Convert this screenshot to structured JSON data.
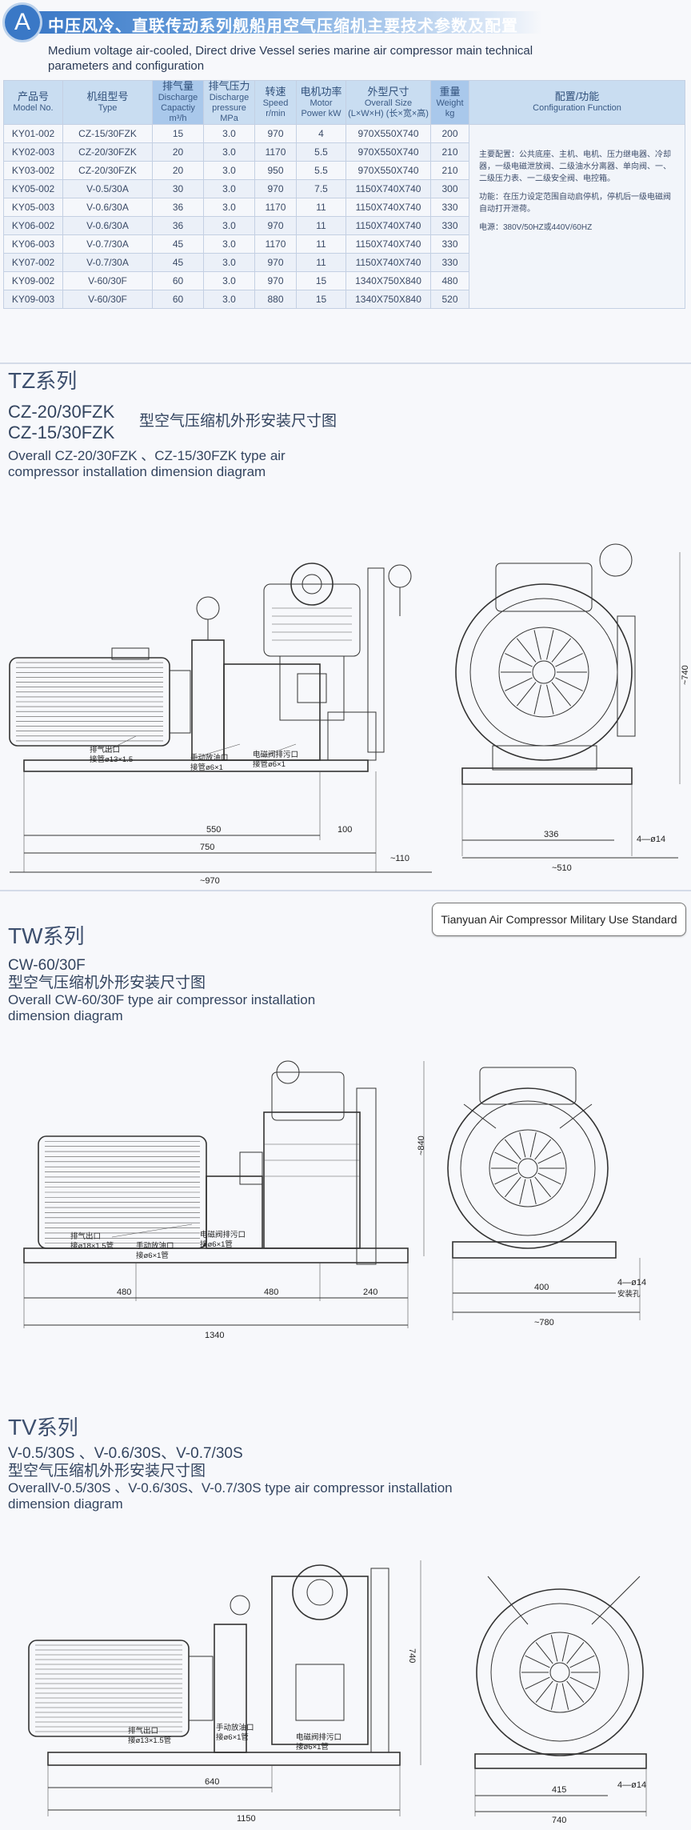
{
  "header": {
    "badge": "A",
    "title_cn": "中压风冷、直联传动系列舰船用空气压缩机主要技术参数及配置",
    "title_en": "Medium voltage air-cooled, Direct drive Vessel series marine air compressor main technical parameters and configuration"
  },
  "table": {
    "headers": [
      {
        "cn": "产品号",
        "en": "Model No."
      },
      {
        "cn": "机组型号",
        "en": "Type"
      },
      {
        "cn": "排气量",
        "en": "Discharge Capactiy m³/h"
      },
      {
        "cn": "排气压力",
        "en": "Discharge pressure MPa"
      },
      {
        "cn": "转速",
        "en": "Speed r/min"
      },
      {
        "cn": "电机功率",
        "en": "Motor Power kW"
      },
      {
        "cn": "外型尺寸",
        "en": "Overall Size (L×W×H) (长×宽×高)"
      },
      {
        "cn": "重量",
        "en": "Weight kg"
      },
      {
        "cn": "配置/功能",
        "en": "Configuration Function"
      }
    ],
    "rows": [
      [
        "KY01-002",
        "CZ-15/30FZK",
        "15",
        "3.0",
        "970",
        "4",
        "970X550X740",
        "200"
      ],
      [
        "KY02-003",
        "CZ-20/30FZK",
        "20",
        "3.0",
        "1170",
        "5.5",
        "970X550X740",
        "210"
      ],
      [
        "KY03-002",
        "CZ-20/30FZK",
        "20",
        "3.0",
        "950",
        "5.5",
        "970X550X740",
        "210"
      ],
      [
        "KY05-002",
        "V-0.5/30A",
        "30",
        "3.0",
        "970",
        "7.5",
        "1150X740X740",
        "300"
      ],
      [
        "KY05-003",
        "V-0.6/30A",
        "36",
        "3.0",
        "1170",
        "11",
        "1150X740X740",
        "330"
      ],
      [
        "KY06-002",
        "V-0.6/30A",
        "36",
        "3.0",
        "970",
        "11",
        "1150X740X740",
        "330"
      ],
      [
        "KY06-003",
        "V-0.7/30A",
        "45",
        "3.0",
        "1170",
        "11",
        "1150X740X740",
        "330"
      ],
      [
        "KY07-002",
        "V-0.7/30A",
        "45",
        "3.0",
        "970",
        "11",
        "1150X740X740",
        "330"
      ],
      [
        "KY09-002",
        "V-60/30F",
        "60",
        "3.0",
        "970",
        "15",
        "1340X750X840",
        "480"
      ],
      [
        "KY09-003",
        "V-60/30F",
        "60",
        "3.0",
        "880",
        "15",
        "1340X750X840",
        "520"
      ]
    ],
    "config_text_1": "主要配置：公共底座、主机、电机、压力继电器、冷却器，一级电磁泄放阀、二级油水分离器、单向阀、一、二级压力表、一二级安全阀、电控箱。",
    "config_text_2": "功能：在压力设定范围自动启停机，停机后一级电磁阀自动打开泄荷。",
    "config_text_3": "电源：380V/50HZ或440V/60HZ"
  },
  "tz": {
    "series": "TZ",
    "series_suffix": "系列",
    "model_line_1": "CZ-20/30FZK",
    "model_line_2": "CZ-15/30FZK",
    "model_caption_cn": "型空气压缩机外形安装尺寸图",
    "caption_en_1": "Overall CZ-20/30FZK 、CZ-15/30FZK type air",
    "caption_en_2": "compressor installation dimension diagram",
    "dims": {
      "d550": "550",
      "d100": "100",
      "d750": "750",
      "d110": "~110",
      "d970": "~970",
      "d336": "336",
      "d510": "~510",
      "d740": "~740",
      "d4x14": "4—ø14"
    },
    "labels": {
      "outlet": "排气出口",
      "outlet_pipe": "接管ø13×1.5",
      "drain": "手动放油口",
      "drain_pipe": "接管ø6×1",
      "auto_drain": "电磁阀排污口",
      "auto_drain_pipe": "接管ø6×1"
    }
  },
  "stamp": "Tianyuan Air Compressor Military Use Standard",
  "tw": {
    "series": "TW",
    "series_suffix": "系列",
    "model_line": "CW-60/30F",
    "caption_cn": "型空气压缩机外形安装尺寸图",
    "caption_en_1": "Overall CW-60/30F type air compressor installation",
    "caption_en_2": "dimension diagram",
    "dims": {
      "d480a": "480",
      "d480b": "480",
      "d240": "240",
      "d1340": "1340",
      "d840": "~840",
      "d400": "400",
      "d780": "~780",
      "d14": "4—ø14",
      "mount": "安装孔"
    },
    "labels": {
      "outlet": "排气出口",
      "outlet_pipe": "接ø18×1.5管",
      "drain": "手动放油口",
      "drain_pipe": "接ø6×1管",
      "auto_drain": "电磁阀排污口",
      "auto_drain_pipe": "接ø6×1管"
    }
  },
  "tv": {
    "series": "TV",
    "series_suffix": "系列",
    "model_line": "V-0.5/30S 、V-0.6/30S、V-0.7/30S",
    "caption_cn": "型空气压缩机外形安装尺寸图",
    "caption_en_1": "OverallV-0.5/30S 、V-0.6/30S、V-0.7/30S  type air compressor installation",
    "caption_en_2": "dimension diagram",
    "dims": {
      "d640": "640",
      "d1150": "1150",
      "d740h": "740",
      "d415": "415",
      "d740w": "740",
      "d14": "4—ø14"
    },
    "labels": {
      "outlet": "排气出口",
      "outlet_pipe": "接ø13×1.5管",
      "drain": "手动放油口",
      "drain_pipe": "接ø6×1管",
      "auto_drain": "电磁阀排污口",
      "auto_drain_pipe": "接ø6×1管"
    }
  }
}
